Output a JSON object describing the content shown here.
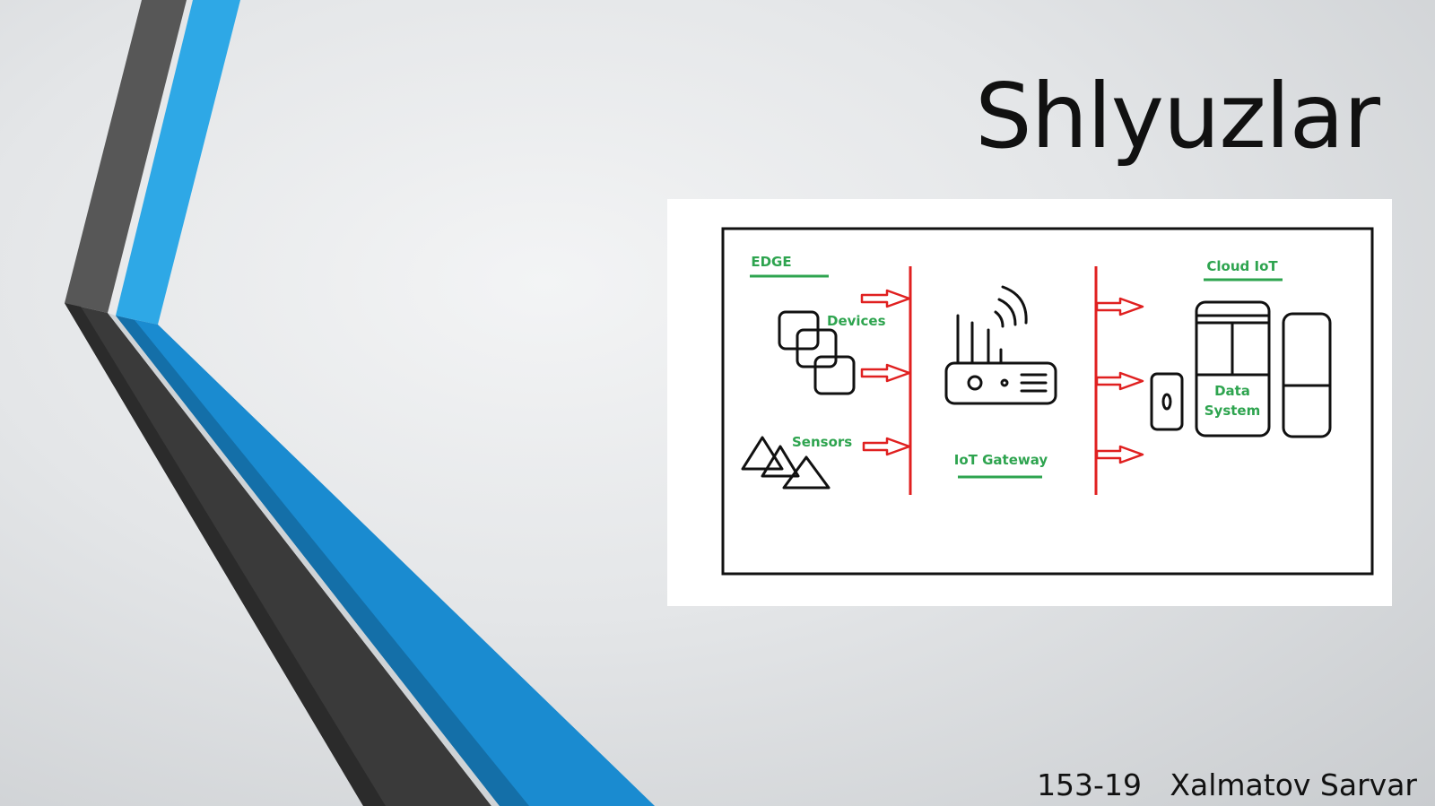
{
  "slide": {
    "title": "Shlyuzlar",
    "footer": "153-19   Xalmatov Sarvar"
  },
  "diagram": {
    "labels": {
      "edge": "EDGE",
      "devices": "Devices",
      "sensors": "Sensors",
      "gateway": "IoT Gateway",
      "cloud": "Cloud IoT",
      "data_line1": "Data",
      "data_line2": "System"
    }
  },
  "colors": {
    "accent_blue": "#1a8bd0",
    "light_blue": "#2ea8e6",
    "dark_gray": "#3c3c3c",
    "label_green": "#2ea44f",
    "arrow_red": "#e02020"
  }
}
